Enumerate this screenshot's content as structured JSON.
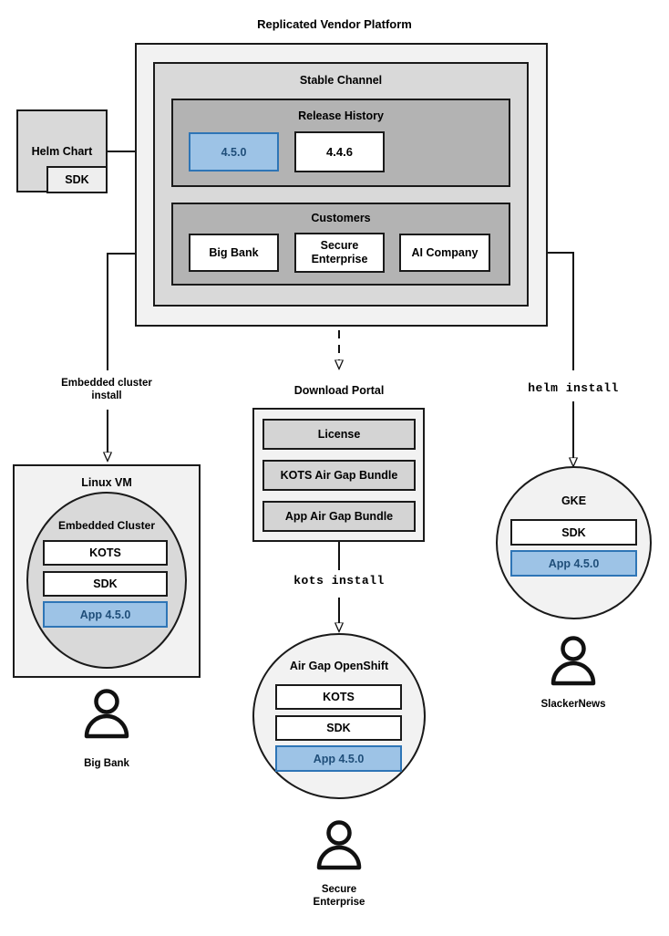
{
  "diagram": {
    "title": "Replicated Vendor Platform",
    "accent_blue_fill": "#9dc3e6",
    "accent_blue_border": "#2e75b6",
    "accent_blue_text": "#1f4e79"
  },
  "helm_chart": {
    "label": "Helm Chart",
    "sdk_label": "SDK"
  },
  "platform": {
    "channel_label": "Stable Channel",
    "release_history": {
      "label": "Release History",
      "releases": [
        {
          "version": "4.5.0",
          "highlighted": true
        },
        {
          "version": "4.4.6",
          "highlighted": false
        }
      ]
    },
    "customers": {
      "label": "Customers",
      "items": [
        {
          "name": "Big Bank"
        },
        {
          "name": "Secure\nEnterprise"
        },
        {
          "name": "AI Company"
        }
      ]
    }
  },
  "connectors": {
    "embedded_install": "Embedded cluster\ninstall",
    "helm_install": "helm install",
    "kots_install": "kots install"
  },
  "download_portal": {
    "label": "Download Portal",
    "artifacts": [
      "License",
      "KOTS Air Gap Bundle",
      "App Air Gap Bundle"
    ]
  },
  "targets": {
    "linux_vm": {
      "label": "Linux VM",
      "cluster_label": "Embedded Cluster",
      "components": [
        {
          "label": "KOTS",
          "highlighted": false
        },
        {
          "label": "SDK",
          "highlighted": false
        },
        {
          "label": "App 4.5.0",
          "highlighted": true
        }
      ],
      "user": "Big Bank"
    },
    "airgap_openshift": {
      "label": "Air Gap OpenShift",
      "components": [
        {
          "label": "KOTS",
          "highlighted": false
        },
        {
          "label": "SDK",
          "highlighted": false
        },
        {
          "label": "App 4.5.0",
          "highlighted": true
        }
      ],
      "user": "Secure\nEnterprise"
    },
    "gke": {
      "label": "GKE",
      "components": [
        {
          "label": "SDK",
          "highlighted": false
        },
        {
          "label": "App 4.5.0",
          "highlighted": true
        }
      ],
      "user": "SlackerNews"
    }
  }
}
